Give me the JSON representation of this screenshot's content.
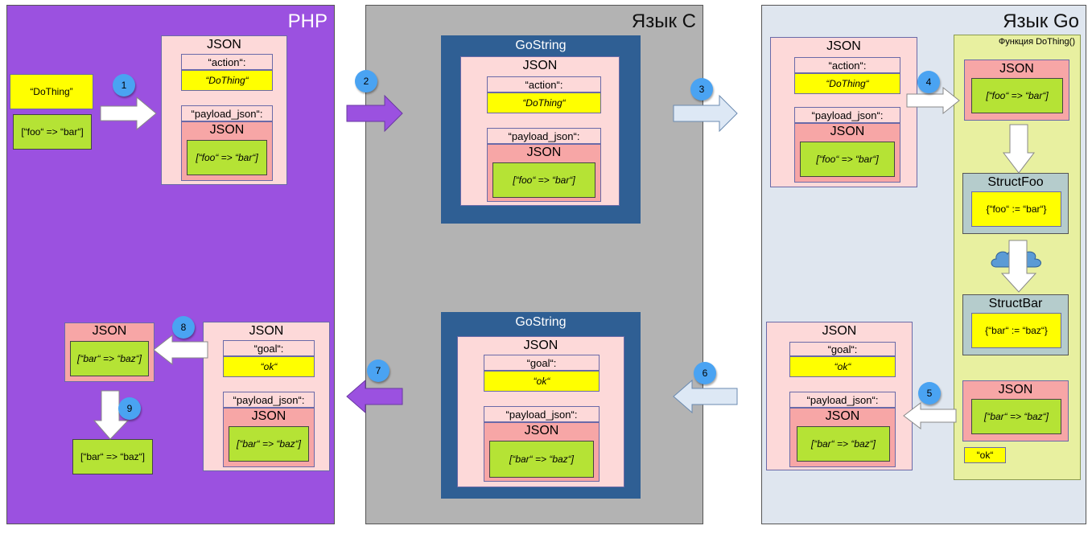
{
  "panels": {
    "php": "PHP",
    "c": "Язык C",
    "go": "Язык Go",
    "go_function": "Функция DoThing()"
  },
  "php_inputs": {
    "action": "“DoThing”",
    "payload": "[“foo“ => “bar“]"
  },
  "request_json": {
    "title": "JSON",
    "action_label": "“action“:",
    "action_value": "“DoThing“",
    "payload_label": "“payload_json“:",
    "inner_title": "JSON",
    "payload_value": "[“foo“ => “bar“]"
  },
  "gostring": {
    "title": "GoString"
  },
  "response_json": {
    "title": "JSON",
    "goal_label": "“goal“:",
    "goal_value": "“ok“",
    "payload_label": "“payload_json“:",
    "inner_title": "JSON",
    "payload_value": "[“bar“ => “baz“]"
  },
  "php_result": {
    "json_title": "JSON",
    "json_value": "[“bar“ => “baz“]",
    "final_value": "[“bar“ => “baz“]"
  },
  "go_func": {
    "json_in_title": "JSON",
    "json_in_value": "[“foo“ => “bar“]",
    "struct_foo_title": "StructFoo",
    "struct_foo_value": "{“foo“ := “bar“}",
    "struct_bar_title": "StructBar",
    "struct_bar_value": "{“bar“ := “baz“}",
    "json_out_title": "JSON",
    "json_out_value": "[“bar“ => “baz“]",
    "ok_value": "“ok“"
  },
  "steps": [
    "1",
    "2",
    "3",
    "4",
    "5",
    "6",
    "7",
    "8",
    "9"
  ],
  "colors": {
    "php_bg": "#9b51e0",
    "c_bg": "#b3b3b3",
    "go_bg": "#dfe6ef",
    "gostring": "#2f5f94",
    "json_bg": "#fdd9d9",
    "json_red": "#f7a6a6",
    "green": "#b5e335",
    "yellow": "#ffff00",
    "func_bg": "#e8f0a0",
    "badge": "#4aa3f2"
  }
}
